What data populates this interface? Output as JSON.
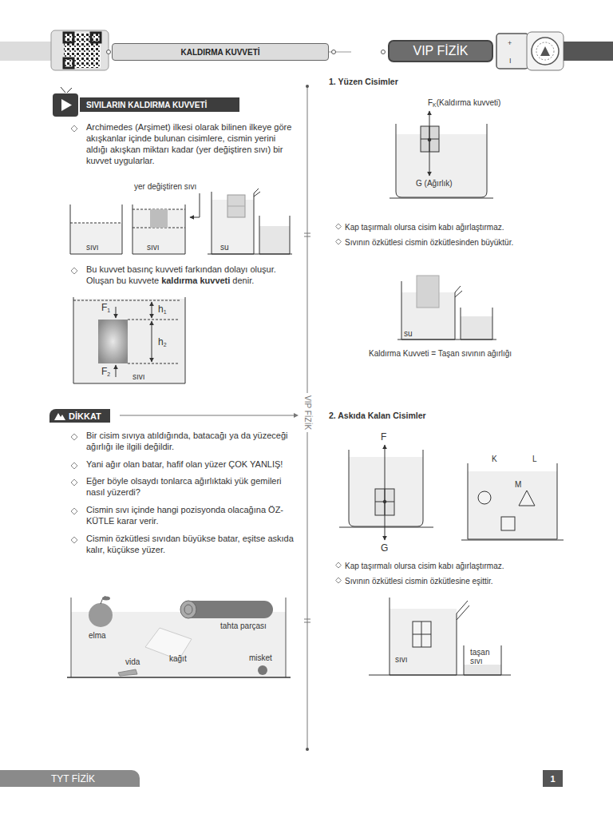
{
  "diagram": {
    "nodes": [
      {
        "text": [
          "KALDIRMA KUVVETİ"
        ]
      },
      {
        "text": [
          "VIP FİZİK"
        ]
      },
      {
        "text": [
          "SIVILARIN KALDIRMA KUVVETİ"
        ]
      },
      {
        "text": [
          "DİKKAT"
        ]
      },
      {
        "text": [
          "TYT FİZİK"
        ]
      },
      {
        "text": [
          "1"
        ]
      }
    ],
    "labels": [
      "+",
      "I",
      "Archimedes (Arşimet) ilkesi olarak bilinen ilkeye göre akışkanlar içinde bulunan cisimlere, cismin yerini aldığı akışkan miktarı kadar (yer değiştiren sıvı) bir kuvvet uygularlar.",
      "yer değiştiren sıvı",
      "sıvı",
      "sıvı",
      "su",
      "Bu kuvvet basınç kuvveti farkından dolayı oluşur. Oluşan bu kuvvete",
      "kaldırma kuvveti",
      "denir.",
      "F",
      "1",
      "h",
      "1",
      "h",
      "2",
      "F",
      "2",
      "sıvı",
      "Bir cisim sıvıya atıldığında, batacağı ya da yüzeceği ağırlığı ile ilgili değildir.",
      "Yani ağır olan batar, hafif olan yüzer ÇOK YANLIŞ!",
      "Eğer böyle olsaydı tonlarca ağırlıktaki yük gemileri nasıl yüzerdi?",
      "Cismin sıvı içinde hangi pozisyonda olacağına ÖZ- KÜTLE karar verir.",
      "Cismin özkütlesi sıvıdan büyükse batar, eşitse askıda kalır, küçükse yüzer.",
      "elma",
      "tahta parçası",
      "vida",
      "kağıt",
      "misket",
      "VIP FİZİK",
      "1. Yüzen Cisimler",
      "F",
      "K",
      "(Kaldırma kuvveti)",
      "G (Ağırlık)",
      "Kap taşırmalı olursa cisim kabı ağırlaştırmaz.",
      "Sıvının özkütlesi cismin özkütlesinden büyüktür.",
      "su",
      "Kaldırma Kuvveti = Taşan sıvının ağırlığı",
      "2. Askıda Kalan Cisimler",
      "F",
      "G",
      "K",
      "L",
      "M",
      "Kap taşırmalı olursa cisim kabı ağırlaştırmaz.",
      "Sıvının özkütlesi cismin özkütlesine eşittir.",
      "sıvı",
      "taşan sıvı"
    ]
  }
}
